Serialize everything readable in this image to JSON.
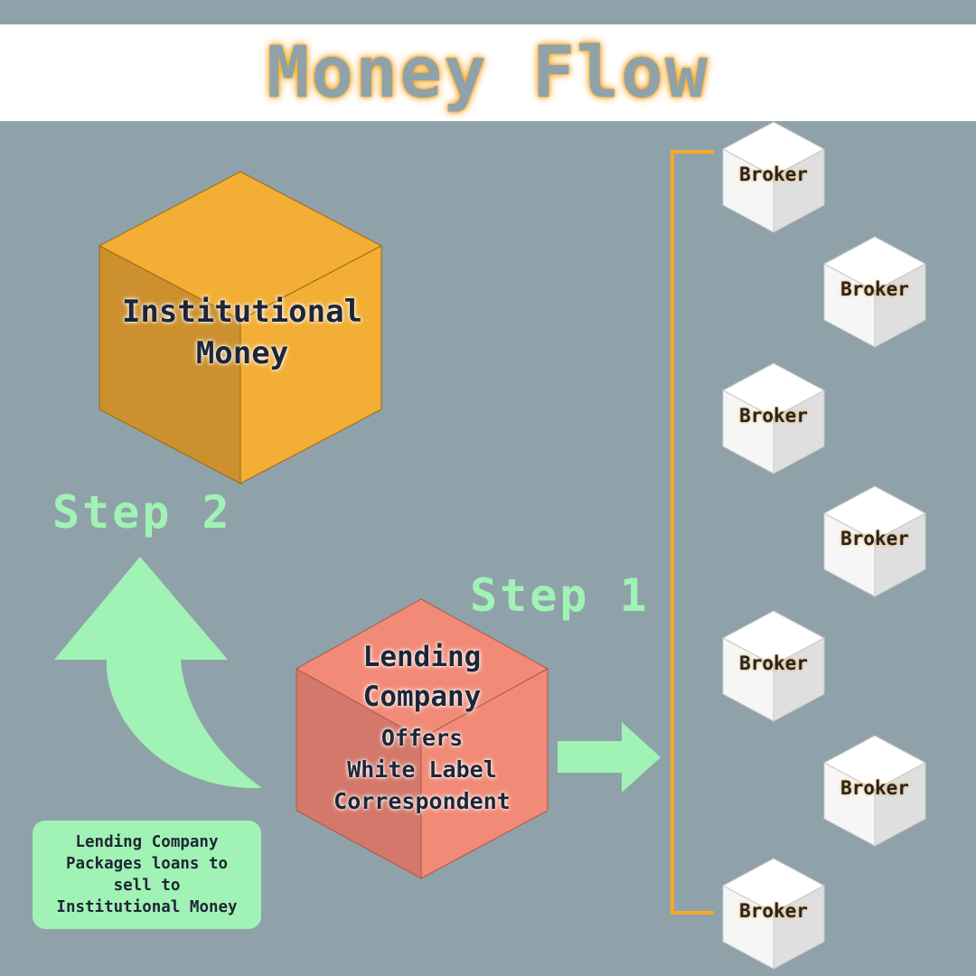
{
  "title": "Money Flow",
  "institutional_cube": {
    "label_line1": "Institutional",
    "label_line2": "Money",
    "color": "#f3ae36"
  },
  "lending_cube": {
    "name_line1": "Lending",
    "name_line2": "Company",
    "sub_line1": "Offers",
    "sub_line2": "White Label",
    "sub_line3": "Correspondent",
    "color": "#f18b78"
  },
  "steps": {
    "step1": "Step 1",
    "step2": "Step 2"
  },
  "note": {
    "line1": "Lending Company",
    "line2": "Packages loans to",
    "line3": "sell to",
    "line4": "Institutional Money"
  },
  "brokers": [
    "Broker",
    "Broker",
    "Broker",
    "Broker",
    "Broker",
    "Broker",
    "Broker"
  ],
  "colors": {
    "background": "#8fa2aa",
    "accent_green": "#a1f2b5",
    "bracket_orange": "#f6a92a",
    "text_dark": "#1e2636"
  }
}
